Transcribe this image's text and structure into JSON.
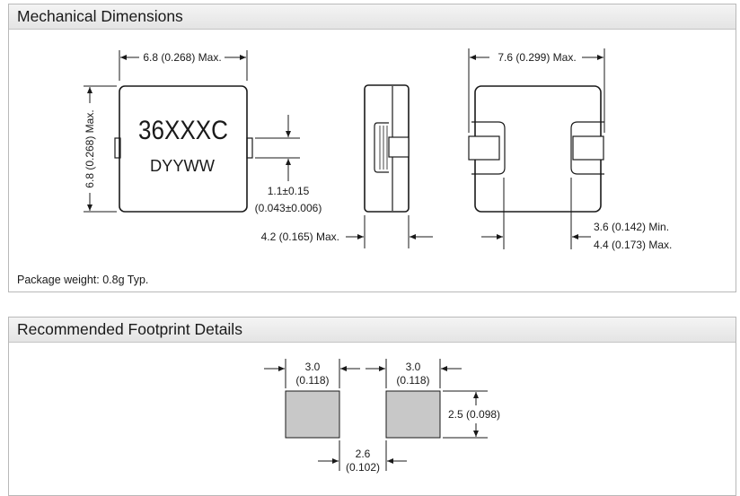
{
  "mechanical": {
    "title": "Mechanical Dimensions",
    "part_marking": "36XXXC",
    "date_code": "DYYWW",
    "width_dim": "6.8 (0.268) Max.",
    "height_dim": "6.8 (0.268) Max.",
    "terminal_dim_mm": "1.1±0.15",
    "terminal_dim_in": "(0.043±0.006)",
    "thickness_dim": "4.2 (0.165) Max.",
    "bottom_width_dim": "7.6 (0.299) Max.",
    "pad_spacing_min": "3.6 (0.142) Min.",
    "pad_spacing_max": "4.4 (0.173) Max.",
    "package_weight": "Package weight: 0.8g Typ."
  },
  "footprint": {
    "title": "Recommended Footprint Details",
    "pad_width_mm_left": "3.0",
    "pad_width_in_left": "(0.118)",
    "pad_width_mm_right": "3.0",
    "pad_width_in_right": "(0.118)",
    "pad_height_dim": "2.5 (0.098)",
    "gap_mm": "2.6",
    "gap_in": "(0.102)",
    "pad_color": "#c8c8c8"
  }
}
